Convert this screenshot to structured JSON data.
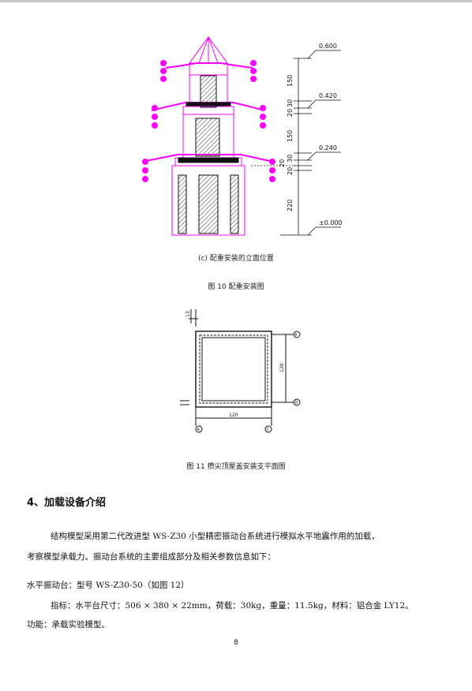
{
  "figure10": {
    "dimensions": [
      "150",
      "30",
      "20",
      "150",
      "30",
      "20",
      "20",
      "220"
    ],
    "elevations": [
      "0.600",
      "0.420",
      "0.240",
      "±0.000"
    ],
    "subcaption": "(c) 配重安装的立面位置",
    "caption": "图 10  配重安装图"
  },
  "figure11": {
    "dim_top": "13",
    "dim_right": "120",
    "dim_bottom": "120",
    "axis_labels": [
      "E",
      "D",
      "A",
      "C"
    ],
    "caption": "图 11  攒尖顶屋盖安装支平面图"
  },
  "section": {
    "heading": "4、加载设备介绍",
    "para1_line1": "结构模型采用第二代改进型 WS-Z30 小型精密振动台系统进行模拟水平地震作用的加载，",
    "para1_line2": "考察模型承载力。振动台系统的主要组成部分及相关参数信息如下：",
    "item_title": "水平振动台：型号 WS-Z30-50（如图 12）",
    "spec_line1": "指标：水平台尺寸：506 × 380 × 22mm，荷载：30kg，重量：11.5kg，材料：铝合金 LY12。",
    "spec_line2": "功能：承载实验模型。"
  },
  "page_number": "8",
  "colors": {
    "magenta": "#ff00ff",
    "ink": "#111111"
  }
}
